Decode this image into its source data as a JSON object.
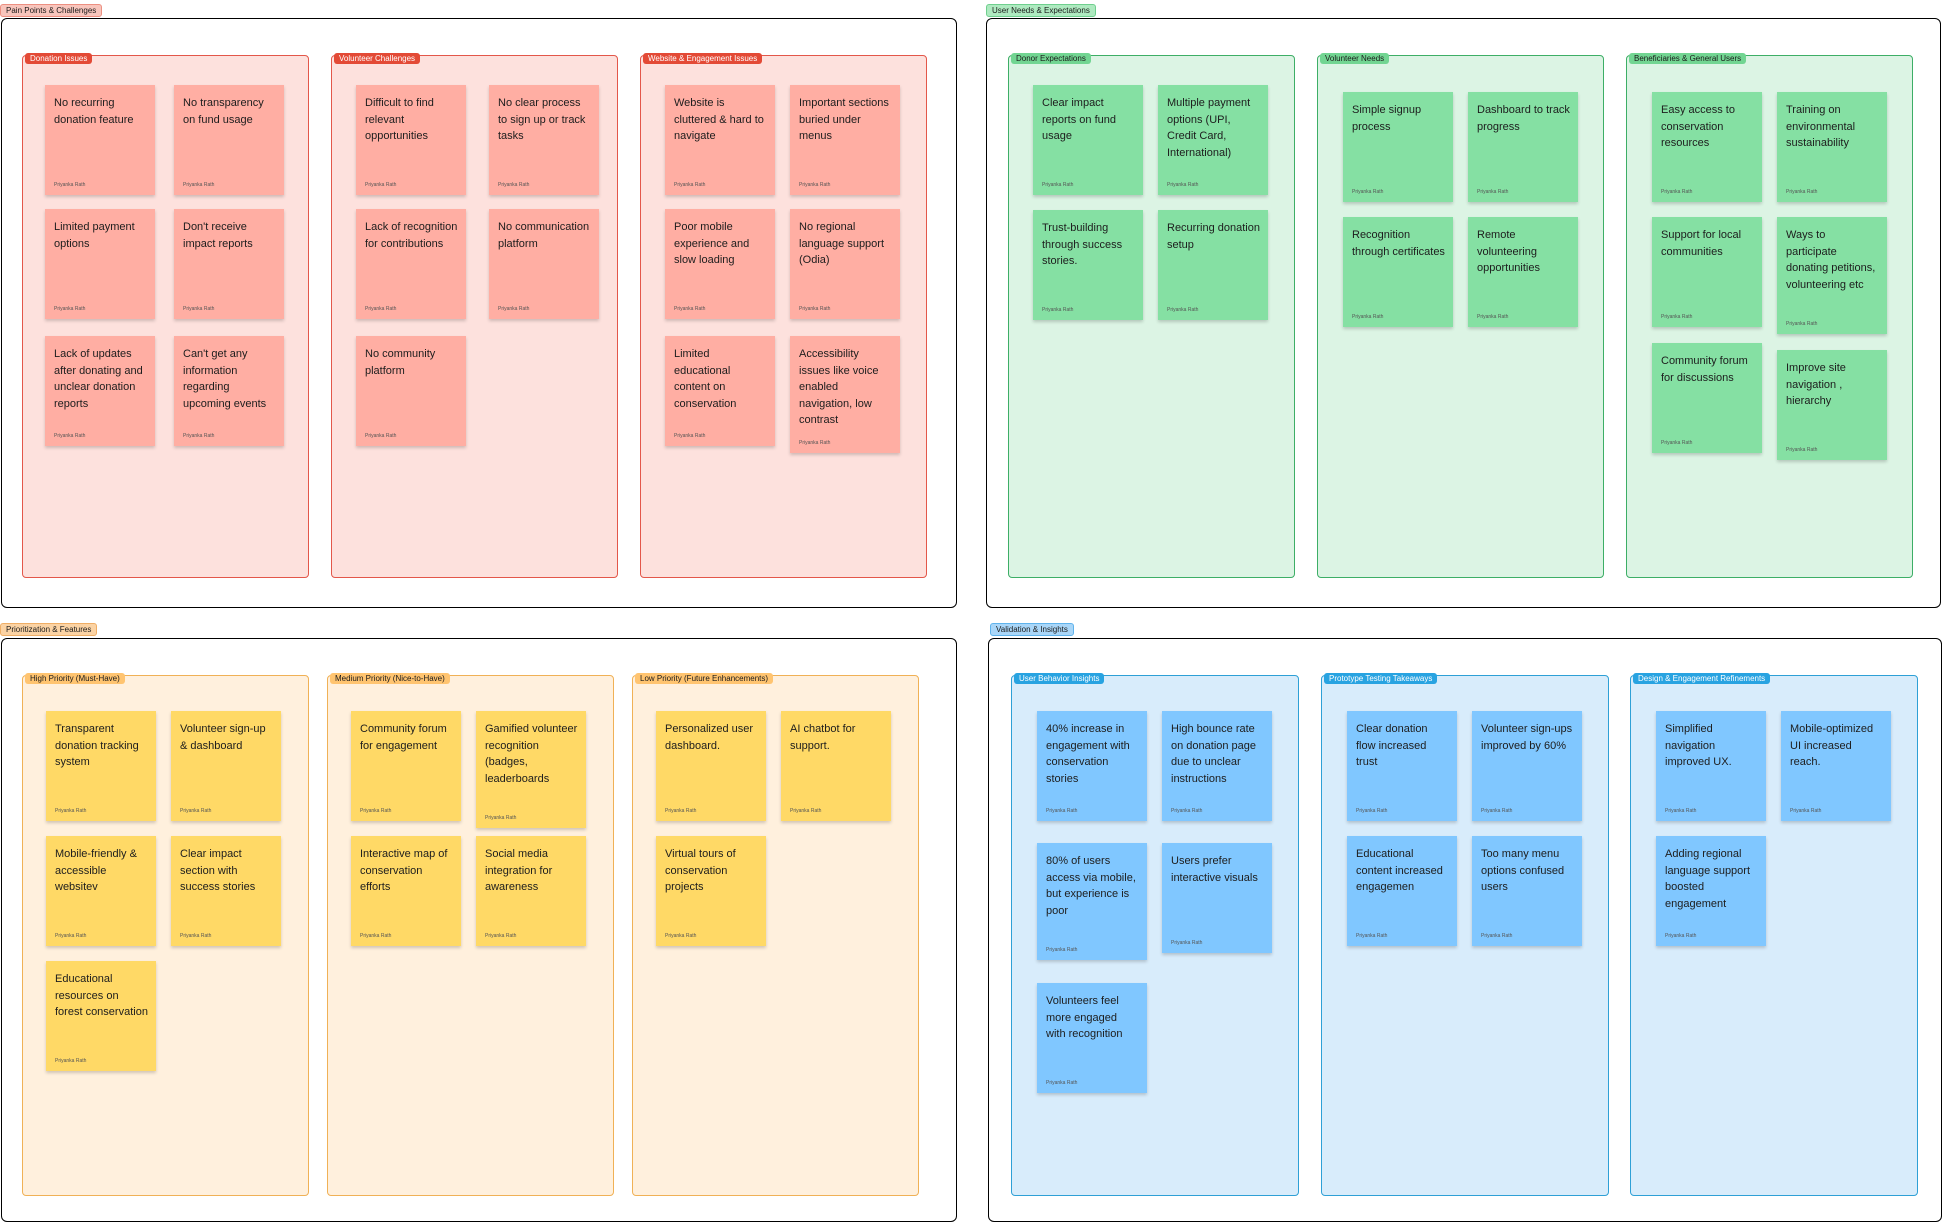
{
  "author": "Priyanka Rath",
  "sections": {
    "pain": {
      "title": "Pain Points & Challenges",
      "groups": {
        "donation": {
          "title": "Donation Issues",
          "notes": [
            "No recurring donation feature",
            "No transparency on fund usage",
            "Limited payment options",
            "Don't receive impact reports",
            "Lack of updates after donating and unclear donation reports",
            "Can't get any information regarding upcoming events"
          ]
        },
        "volunteer": {
          "title": "Volunteer Challenges",
          "notes": [
            "Difficult to find relevant opportunities",
            "No clear process to sign up or track tasks",
            "Lack of recognition for contributions",
            "No communication platform",
            "No community platform"
          ]
        },
        "website": {
          "title": "Website & Engagement Issues",
          "notes": [
            "Website is cluttered & hard to navigate",
            "Important sections buried under menus",
            "Poor mobile experience and slow loading",
            "No regional language support (Odia)",
            "Limited educational content on conservation",
            "Accessibility issues like voice enabled navigation, low contrast"
          ]
        }
      }
    },
    "needs": {
      "title": "User Needs & Expectations",
      "groups": {
        "donor": {
          "title": "Donor Expectations",
          "notes": [
            "Clear impact reports on fund usage",
            "Multiple payment options (UPI, Credit Card, International)",
            "Trust-building through success stories.",
            "Recurring donation setup"
          ]
        },
        "volunteer": {
          "title": "Volunteer Needs",
          "notes": [
            "Simple signup process",
            "Dashboard to track progress",
            "Recognition through certificates",
            "Remote volunteering opportunities"
          ]
        },
        "beneficiaries": {
          "title": "Beneficiaries & General Users",
          "notes": [
            "Easy access to conservation resources",
            "Training on environmental sustainability",
            "Support for local communities",
            "Ways to participate donating petitions, volunteering etc",
            "Community forum for discussions",
            "Improve site navigation , hierarchy"
          ]
        }
      }
    },
    "priority": {
      "title": "Prioritization & Features",
      "groups": {
        "high": {
          "title": "High Priority (Must-Have)",
          "notes": [
            "Transparent donation tracking system",
            "Volunteer sign-up & dashboard",
            "Mobile-friendly & accessible websitev",
            "Clear impact section with success stories",
            "Educational resources on forest conservation"
          ]
        },
        "medium": {
          "title": "Medium Priority (Nice-to-Have)",
          "notes": [
            "Community forum for engagement",
            "Gamified volunteer recognition (badges, leaderboards",
            "Interactive map of conservation efforts",
            "Social media integration for awareness"
          ]
        },
        "low": {
          "title": "Low Priority (Future Enhancements)",
          "notes": [
            "Personalized user dashboard.",
            "AI chatbot for support.",
            "Virtual tours of conservation projects"
          ]
        }
      }
    },
    "validation": {
      "title": "Validation & Insights",
      "groups": {
        "behavior": {
          "title": "User Behavior Insights",
          "notes": [
            "40% increase in engagement with conservation stories",
            "High bounce rate on donation page due to unclear instructions",
            "80% of users access via mobile, but experience is poor",
            "Users prefer interactive visuals",
            "Volunteers feel more engaged with recognition"
          ]
        },
        "prototype": {
          "title": "Prototype Testing Takeaways",
          "notes": [
            "Clear donation flow increased trust",
            "Volunteer sign-ups improved by 60%",
            "Educational content increased engagemen",
            "Too many menu options confused users"
          ]
        },
        "design": {
          "title": "Design & Engagement Refinements",
          "notes": [
            "Simplified navigation improved UX.",
            "Mobile-optimized UI increased reach.",
            "Adding regional language support boosted engagement"
          ]
        }
      }
    }
  }
}
